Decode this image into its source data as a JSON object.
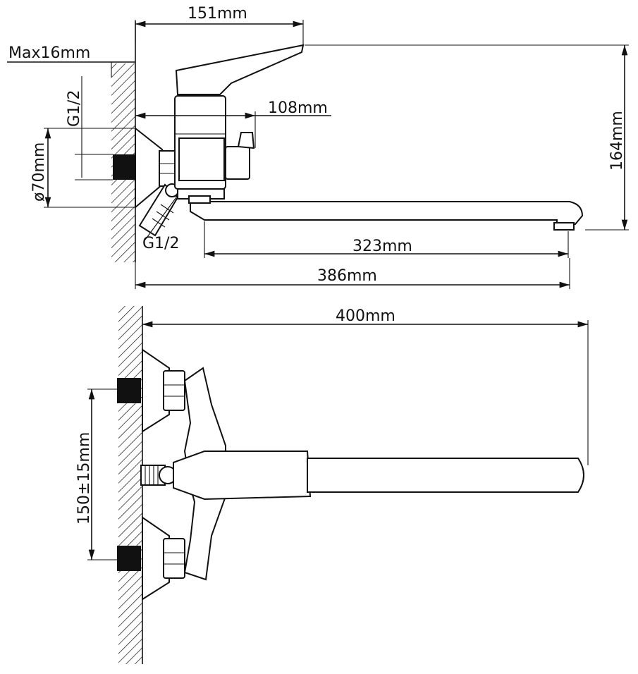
{
  "side_view": {
    "dim_width_top": "151mm",
    "dim_wall_max": "Max16mm",
    "dim_thread_top": "G1/2",
    "dim_diameter": "ø70mm",
    "dim_handle_offset": "108mm",
    "dim_height": "164mm",
    "dim_thread_bottom": "G1/2",
    "dim_spout_reach": "323mm",
    "dim_total_reach": "386mm"
  },
  "top_view": {
    "dim_total_length": "400mm",
    "dim_inlet_spacing": "150±15mm"
  },
  "colors": {
    "line": "#111111",
    "background": "#ffffff"
  }
}
